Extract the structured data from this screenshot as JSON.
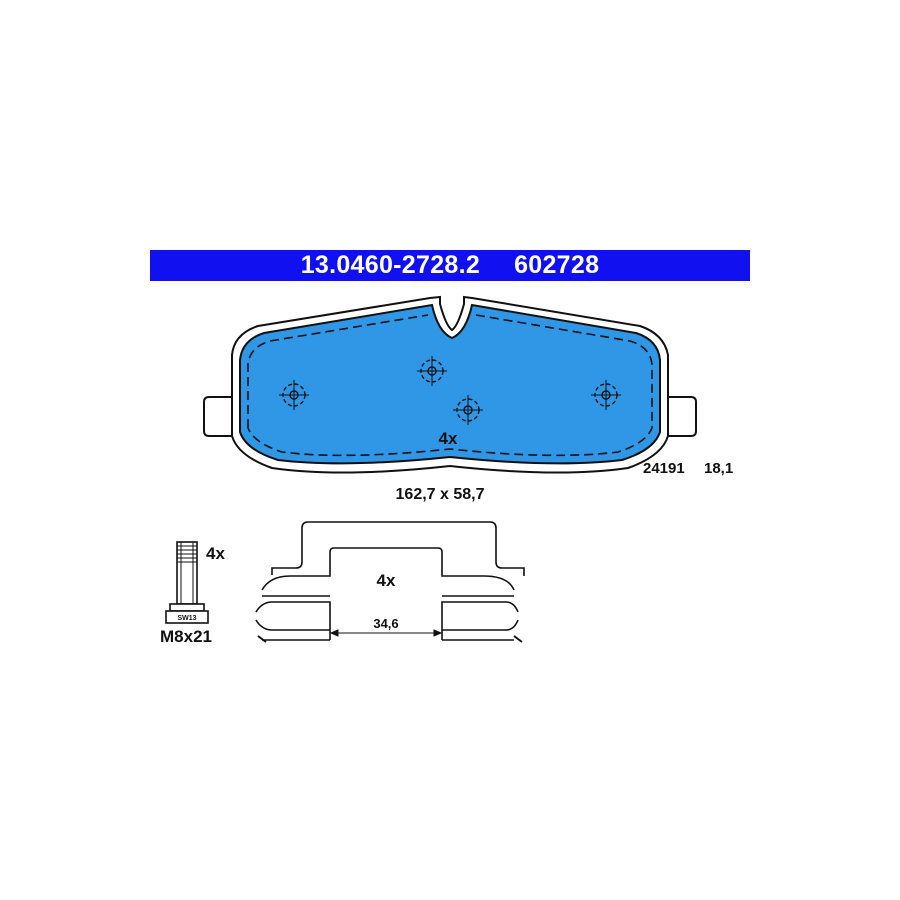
{
  "header": {
    "part_number": "13.0460-2728.2",
    "ref_number": "602728"
  },
  "pad": {
    "quantity": "4x",
    "wva_code": "24191",
    "thickness": "18,1",
    "dimensions": "162,7 x 58,7"
  },
  "bolt": {
    "quantity": "4x",
    "wrench": "SW13",
    "size": "M8x21"
  },
  "clip": {
    "quantity": "4x",
    "width": "34,6"
  },
  "colors": {
    "banner": "#1010f0",
    "pad_fill": "#2f97e6",
    "outline": "#111111"
  }
}
